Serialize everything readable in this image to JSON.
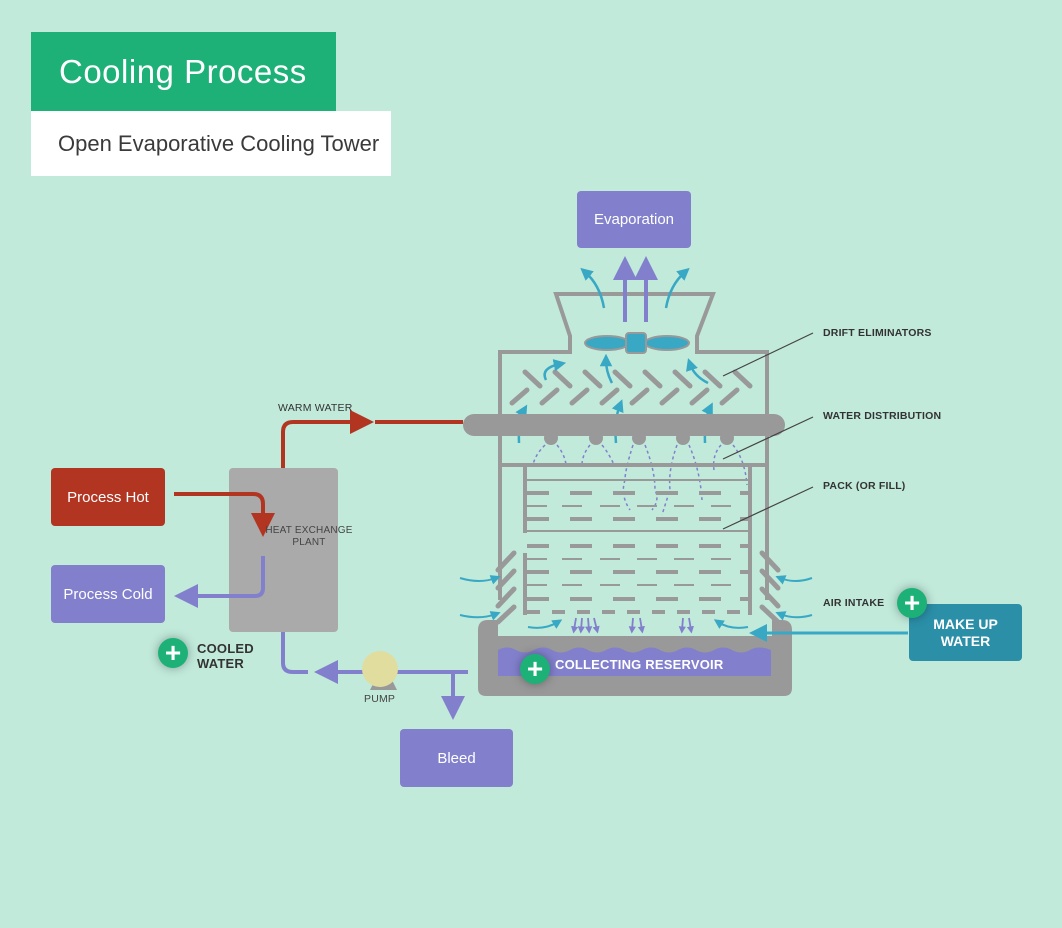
{
  "header": {
    "title": "Cooling Process",
    "subtitle": "Open Evaporative Cooling Tower"
  },
  "nodes": {
    "evaporation": "Evaporation",
    "process_hot": "Process Hot",
    "process_cold": "Process Cold",
    "bleed": "Bleed",
    "make_up_water": "MAKE UP WATER",
    "heat_exchange": "HEAT EXCHANGE PLANT",
    "pump": "PUMP",
    "collecting_reservoir": "COLLECTING RESERVOIR",
    "cooled_water": "COOLED WATER"
  },
  "labels": {
    "warm_water": "WARM WATER",
    "drift_eliminators": "DRIFT ELIMINATORS",
    "water_distribution": "WATER DISTRIBUTION",
    "pack": "PACK (OR FILL)",
    "air_intake": "AIR INTAKE"
  },
  "icons": {
    "plus": "+"
  },
  "colors": {
    "background": "#c1eadb",
    "green": "#1db177",
    "purple": "#8280cc",
    "red": "#b23522",
    "teal": "#2b8fa8",
    "gray": "#999999",
    "air": "#38a8c4"
  }
}
